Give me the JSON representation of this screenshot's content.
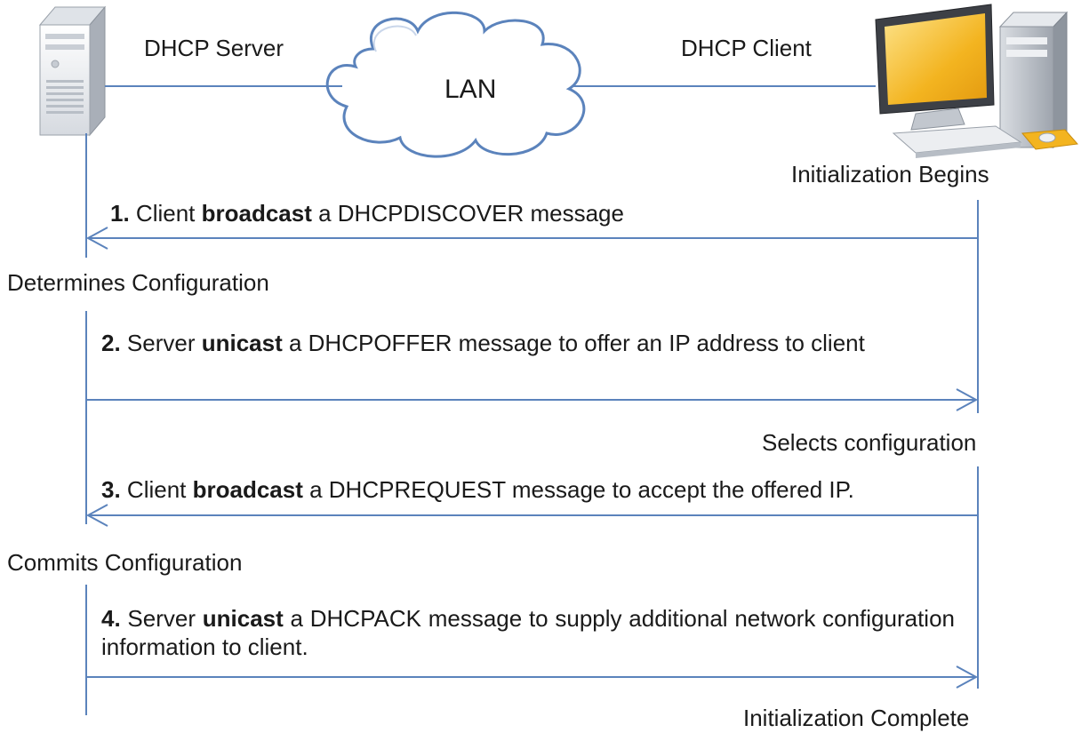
{
  "colors": {
    "line": "#5b83bc",
    "text": "#1a1a1a",
    "cloud_stroke": "#5b83bc",
    "monitor_screen": "#f3b420"
  },
  "icons": [
    "server-icon",
    "cloud-icon",
    "desktop-computer-icon"
  ],
  "labels": {
    "server": "DHCP Server",
    "client": "DHCP Client",
    "lan": "LAN"
  },
  "states": {
    "init_begins": "Initialization Begins",
    "determines": "Determines  Configuration",
    "selects": "Selects configuration",
    "commits": "Commits Configuration",
    "init_complete": "Initialization Complete"
  },
  "messages": [
    {
      "number": "1.",
      "before": " Client ",
      "bold": "broadcast",
      "after": " a DHCPDISCOVER message",
      "direction": "client-to-server"
    },
    {
      "number": "2.",
      "before": " Server ",
      "bold": "unicast",
      "after": " a DHCPOFFER message to offer an IP address to client",
      "direction": "server-to-client"
    },
    {
      "number": "3.",
      "before": " Client ",
      "bold": "broadcast",
      "after": " a DHCPREQUEST message to accept the offered IP.",
      "direction": "client-to-server"
    },
    {
      "number": "4.",
      "before": " Server ",
      "bold": "unicast",
      "after": " a DHCPACK message to supply additional network configuration information to client.",
      "direction": "server-to-client"
    }
  ]
}
